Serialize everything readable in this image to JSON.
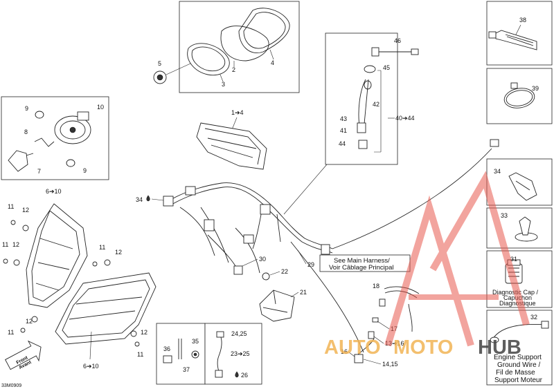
{
  "diagram_code": "33M0909",
  "front_label": [
    "Front",
    "Avant"
  ],
  "callouts": {
    "c38": "38",
    "c39": "39",
    "c34_side": "34",
    "c33": "33",
    "c31": "31",
    "c32": "32",
    "c4": "4",
    "c2": "2",
    "c3": "3",
    "c5": "5",
    "c1_4": "1➔4",
    "c46": "46",
    "c45": "45",
    "c42": "42",
    "c43": "43",
    "c41": "41",
    "c44": "44",
    "c40_44": "40➔44",
    "c9a": "9",
    "c10": "10",
    "c8": "8",
    "c7": "7",
    "c9b": "9",
    "c6_10_top": "6➔10",
    "c11a": "11",
    "c12a": "12",
    "c11b": "11",
    "c12b": "12",
    "c11c": "11",
    "c12c": "12",
    "c12d": "12",
    "c11d": "11",
    "c12e": "12",
    "c11e": "11",
    "c6_10_bottom": "6➔10",
    "c34_harness": "34",
    "c30": "30",
    "c22": "22",
    "c21": "21",
    "c29": "29",
    "c18": "18",
    "c17": "17",
    "c13_16": "13➔16",
    "c16": "16",
    "c14_15": "14,15",
    "c36": "36",
    "c35": "35",
    "c37": "37",
    "c24_25": "24,25",
    "c23_25": "23➔25",
    "c26": "26"
  },
  "harness_note": [
    "See Main Harness/",
    "Voir Câblage Principal"
  ],
  "diagnostic_cap": [
    "Diagnostic Cap /",
    "Capuchon",
    "Diagnostique"
  ],
  "ground_wire": [
    "Engine Support",
    "Ground Wire /",
    "Fil de Masse",
    "Support Moteur"
  ],
  "watermark": {
    "parts": [
      "AUTO",
      "MOTO",
      "HUB"
    ],
    "colors": [
      "#f2b455",
      "#f2b455",
      "#444444"
    ],
    "logo_color": "#e85a4f"
  }
}
